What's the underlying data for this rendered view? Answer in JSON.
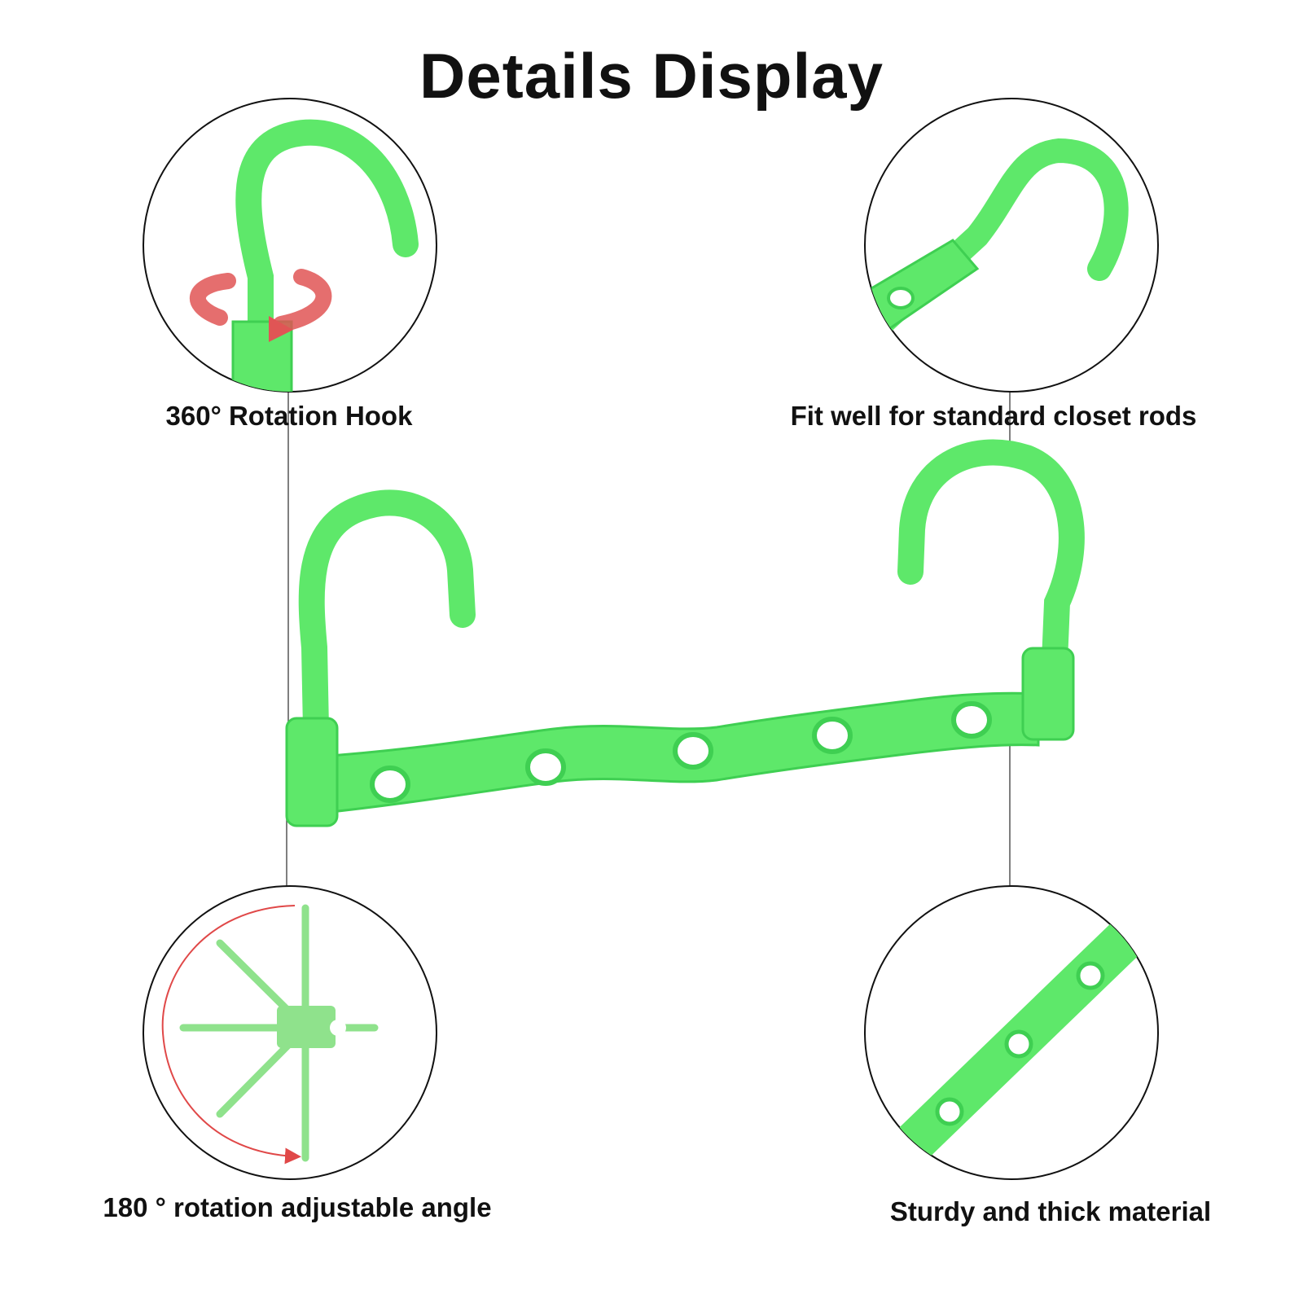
{
  "title": "Details Display",
  "features": {
    "top_left": "360° Rotation Hook",
    "top_right": "Fit well for standard closet rods",
    "bottom_left": "180 ° rotation adjustable angle",
    "bottom_right": "Sturdy and thick material"
  },
  "colors": {
    "hanger_green": "#5ee86a",
    "hanger_shadow": "#3fcf52",
    "arrow_red": "#e04848",
    "line_gray": "#555555"
  },
  "icons": [
    "rotation-arrow-icon",
    "angle-arc-arrow-icon"
  ]
}
